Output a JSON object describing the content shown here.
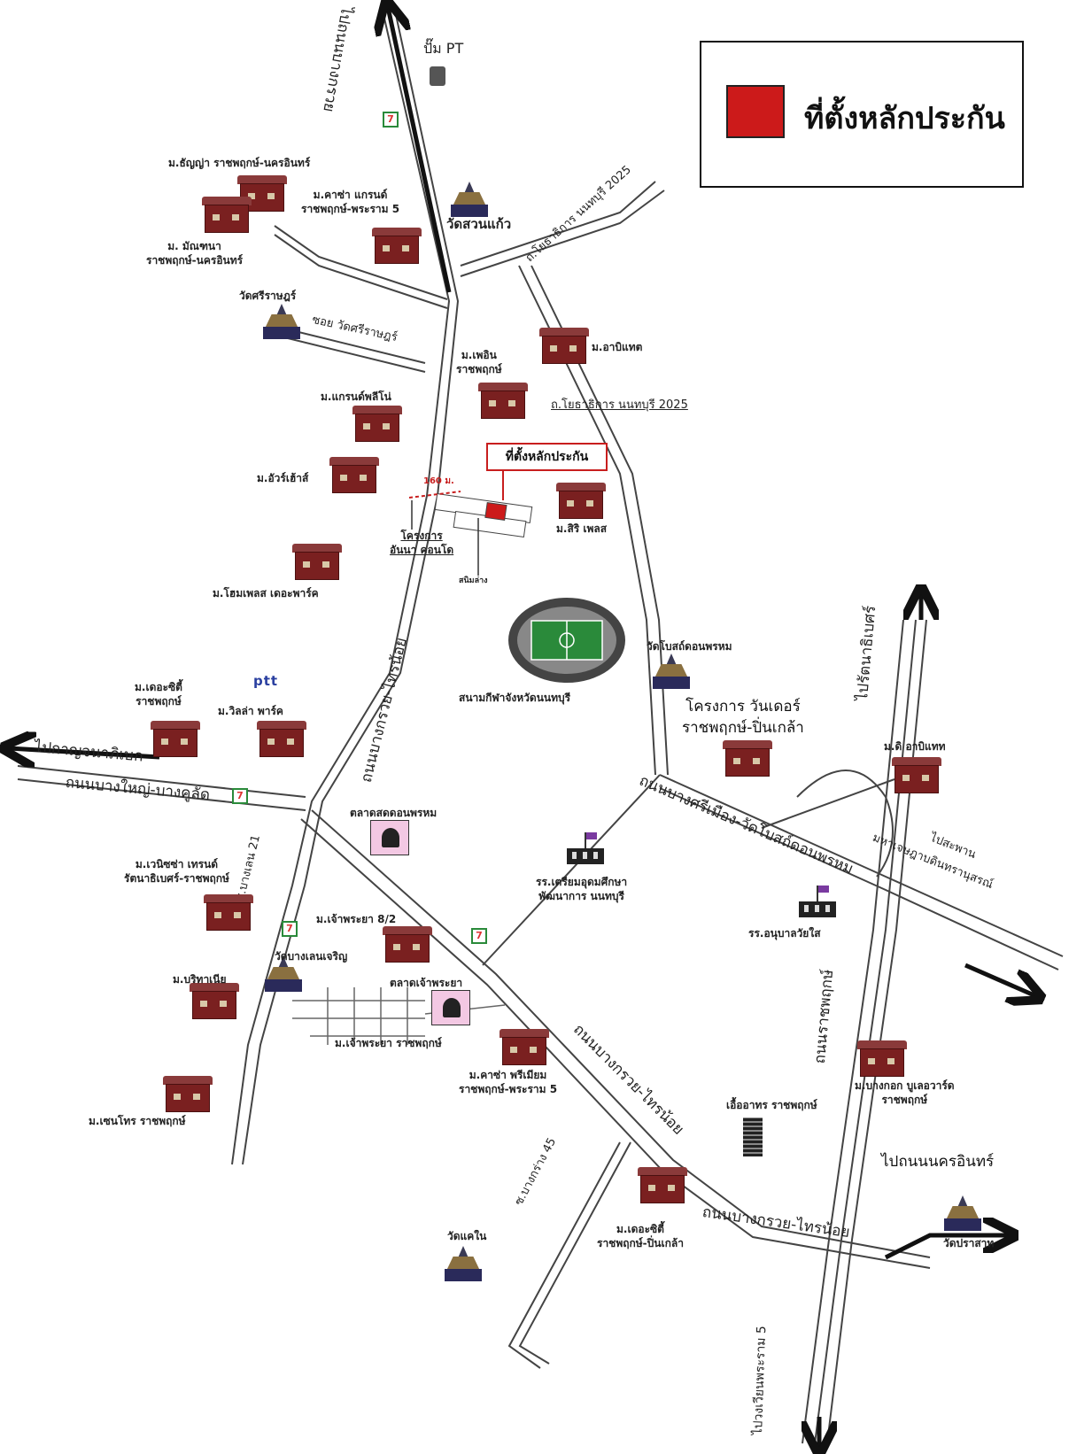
{
  "legend": {
    "label": "ที่ตั้งหลักประกัน",
    "color": "#cc1a1a"
  },
  "callout": "ที่ตั้งหลักประกัน",
  "roads": {
    "north": "ไปถนนบางกรวย",
    "bangkruai_sainoi_1": "ถนนบางกรวย-ไทรน้อย",
    "bangkruai_sainoi_2": "ถนนบางกรวย-ไทรน้อย",
    "bangkruai_sainoi_3": "ถนนบางกรวย-ไทรน้อย",
    "bangyai": "ถนนบางใหญ่-บางคูลัด",
    "kanchanaphisek": "ไปกาญจนาภิเษก",
    "sri_mueang": "ถนนบางศรีเมือง-วัดโบสถ์ดอนพรหม",
    "ratchaphruek": "ถนนราชพฤกษ์",
    "to_ratchaphruek": "ไปรัตนาธิเบศร์",
    "to_nakhon_in": "ไปถนนนครอินทร์",
    "to_bridge": "ไปสะพาน",
    "bridge_name": "มหาเจษฎาบดินทรานุสรณ์",
    "to_phra_ram_5": "ไปวงเวียนพระราม 5",
    "yothathikan_1": "ถ.โยธาธิการ นนทบุรี 2025",
    "yothathikan_2": "ถ.โยธาธิการ นนทบุรี 2025",
    "soi_bang_len": "ซ.บางเลน 21",
    "soi_bang_khun": "ซ.บางกร่าง 45",
    "soi_wat_sri": "ซอย วัดศรีราษฎร์"
  },
  "places": {
    "pump_pt": "ปั๊ม PT",
    "wat_suan_kaeo": "วัดสวนแก้ว",
    "wat_sri_rat": "วัดศรีราษฎร์",
    "m_thanya": "ม.ธัญญ่า ราชพฤกษ์-นครอินทร์",
    "m_casa_grand_1": "ม.คาซ่า แกรนด์",
    "m_casa_grand_2": "ราชพฤกษ์-พระราม 5",
    "m_manthana_1": "ม. มัณฑนา",
    "m_manthana_2": "ราชพฤกษ์-นครอินทร์",
    "m_ariyanet": "ม.อาบิแทต",
    "m_phruksa_1": "ม.เพอิน",
    "m_phruksa_2": "ราชพฤกษ์",
    "m_grand_phiri": "ม.แกรนด์พลีโน่",
    "m_arrow": "ม.อัวร์เฮ้าส์",
    "project_1": "โครงการ",
    "project_2": "อันนา คอนโด",
    "distance": "160 ม.",
    "small_label": "สนิมล่าง",
    "m_siri": "ม.สิริ เพลส",
    "m_home_place": "ม.โฮมเพลส เดอะพาร์ค",
    "stadium": "สนามกีฬาจังหวัดนนทบุรี",
    "wat_bot": "วัดโบสถ์ดอนพรหม",
    "wonder_1": "โครงการ วันเดอร์",
    "wonder_2": "ราชพฤกษ์-ปิ่นเกล้า",
    "m_d_abitat": "ม.ดิ อาบิแทท",
    "m_the_city_1": "ม.เดอะซิตี้",
    "m_the_city_2": "ราชพฤกษ์",
    "m_villa_park": "ม.วิลล่า พาร์ค",
    "market_don_phrom": "ตลาดสดดอนพรหม",
    "school_1": "รร.เตรียมอุดมศึกษา",
    "school_2": "พัฒนาการ นนทบุรี",
    "school_anuban": "รร.อนุบาลวัยใส",
    "m_venezia_1": "ม.เวนิซซ่า เทรนด์",
    "m_venezia_2": "รัตนาธิเบศร์-ราชพฤกษ์",
    "m_chaophraya_82": "ม.เจ้าพระยา 8/2",
    "wat_bang_len": "วัดบางเลนเจริญ",
    "market_chaophraya": "ตลาดเจ้าพระยา",
    "m_bitanic": "ม.บริทาเนีย",
    "m_chaophraya_rp": "ม.เจ้าพระยา ราชพฤกษ์",
    "m_casa_premium_1": "ม.คาซ่า พรีเมียม",
    "m_casa_premium_2": "ราชพฤกษ์-พระราม 5",
    "m_centro": "ม.เซนโทร ราชพฤกษ์",
    "wat_khae_nai": "วัดแคใน",
    "euro_arts": "เอื้ออาทร ราชพฤกษ์",
    "m_bangkok_1": "ม.บางกอก บูเลอวาร์ด",
    "m_bangkok_2": "ราชพฤกษ์",
    "m_the_city_pk_1": "ม.เดอะซิตี้",
    "m_the_city_pk_2": "ราชพฤกษ์-ปิ่นเกล้า",
    "wat_prasat": "วัดปราสาท"
  },
  "icons": [
    "house-icon",
    "temple-icon",
    "seven-eleven-icon",
    "market-icon",
    "school-icon",
    "ptt-logo",
    "stadium-icon",
    "fuel-pump-icon",
    "tower-icon",
    "arrow-icon"
  ],
  "ptt_logo": "ptt"
}
